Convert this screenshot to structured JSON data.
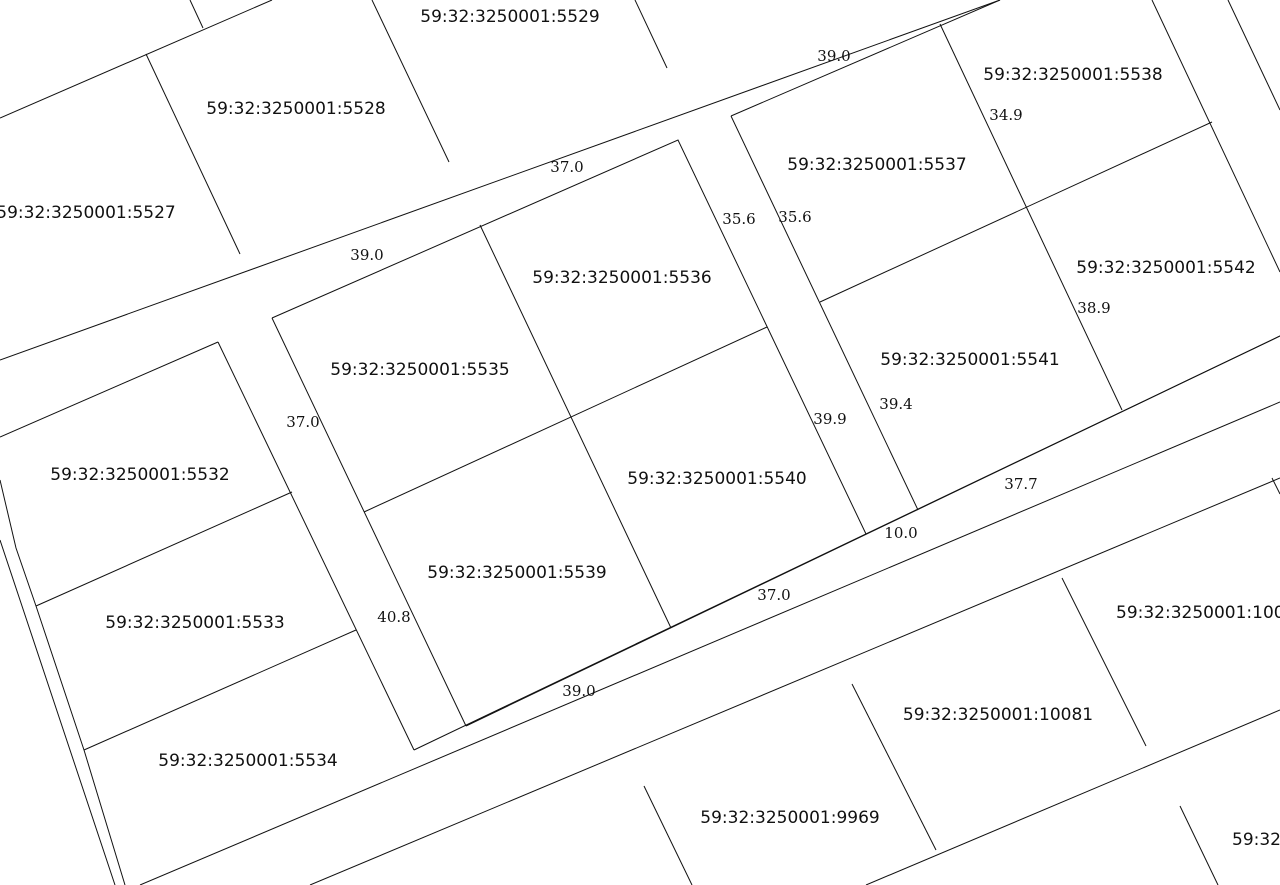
{
  "parcels": [
    {
      "id": "59:32:3250001:5529"
    },
    {
      "id": "59:32:3250001:5528"
    },
    {
      "id": "59:32:3250001:5527"
    },
    {
      "id": "59:32:3250001:5538"
    },
    {
      "id": "59:32:3250001:5537"
    },
    {
      "id": "59:32:3250001:5536"
    },
    {
      "id": "59:32:3250001:5542"
    },
    {
      "id": "59:32:3250001:5535"
    },
    {
      "id": "59:32:3250001:5541"
    },
    {
      "id": "59:32:3250001:5532"
    },
    {
      "id": "59:32:3250001:5540"
    },
    {
      "id": "59:32:3250001:5539"
    },
    {
      "id": "59:32:3250001:5533"
    },
    {
      "id": "59:32:3250001:100"
    },
    {
      "id": "59:32:3250001:10081"
    },
    {
      "id": "59:32:3250001:5534"
    },
    {
      "id": "59:32:3250001:9969"
    },
    {
      "id": "59:32"
    }
  ],
  "dimensions": [
    {
      "value": "39.0"
    },
    {
      "value": "34.9"
    },
    {
      "value": "37.0"
    },
    {
      "value": "35.6"
    },
    {
      "value": "35.6"
    },
    {
      "value": "39.0"
    },
    {
      "value": "38.9"
    },
    {
      "value": "37.0"
    },
    {
      "value": "39.9"
    },
    {
      "value": "39.4"
    },
    {
      "value": "37.7"
    },
    {
      "value": "10.0"
    },
    {
      "value": "37.0"
    },
    {
      "value": "40.8"
    },
    {
      "value": "39.0"
    }
  ]
}
